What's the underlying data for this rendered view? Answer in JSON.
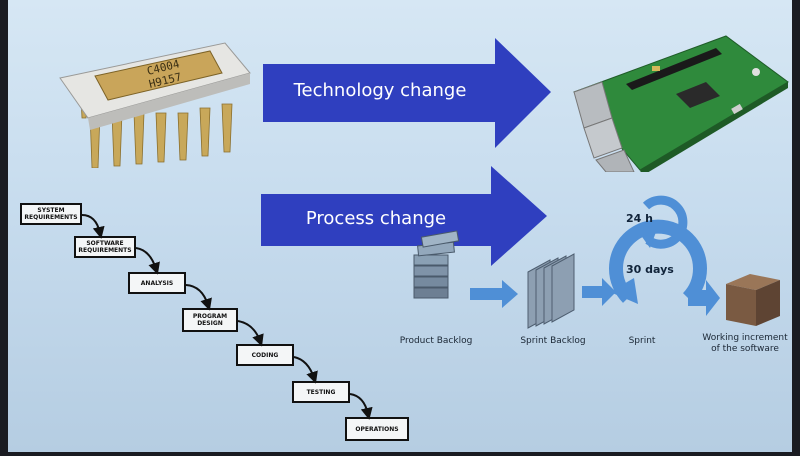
{
  "chip": {
    "line1": "C4004",
    "line2": "H9157"
  },
  "arrows": {
    "top": "Technology change",
    "bottom": "Process change"
  },
  "waterfall": {
    "steps": [
      [
        "SYSTEM",
        "REQUIREMENTS"
      ],
      [
        "SOFTWARE",
        "REQUIREMENTS"
      ],
      [
        "ANALYSIS"
      ],
      [
        "PROGRAM",
        "DESIGN"
      ],
      [
        "CODING"
      ],
      [
        "TESTING"
      ],
      [
        "OPERATIONS"
      ]
    ]
  },
  "scrum": {
    "product_backlog": "Product Backlog",
    "sprint_backlog": "Sprint Backlog",
    "sprint": "Sprint",
    "increment": [
      "Working increment",
      "of the software"
    ],
    "daily": "24 h",
    "sprint_length": "30 days"
  },
  "colors": {
    "arrow": "#2f3fbf",
    "cycle": "#4f8fd6",
    "board": "#2f8a3c",
    "box": "#7a5a42"
  }
}
